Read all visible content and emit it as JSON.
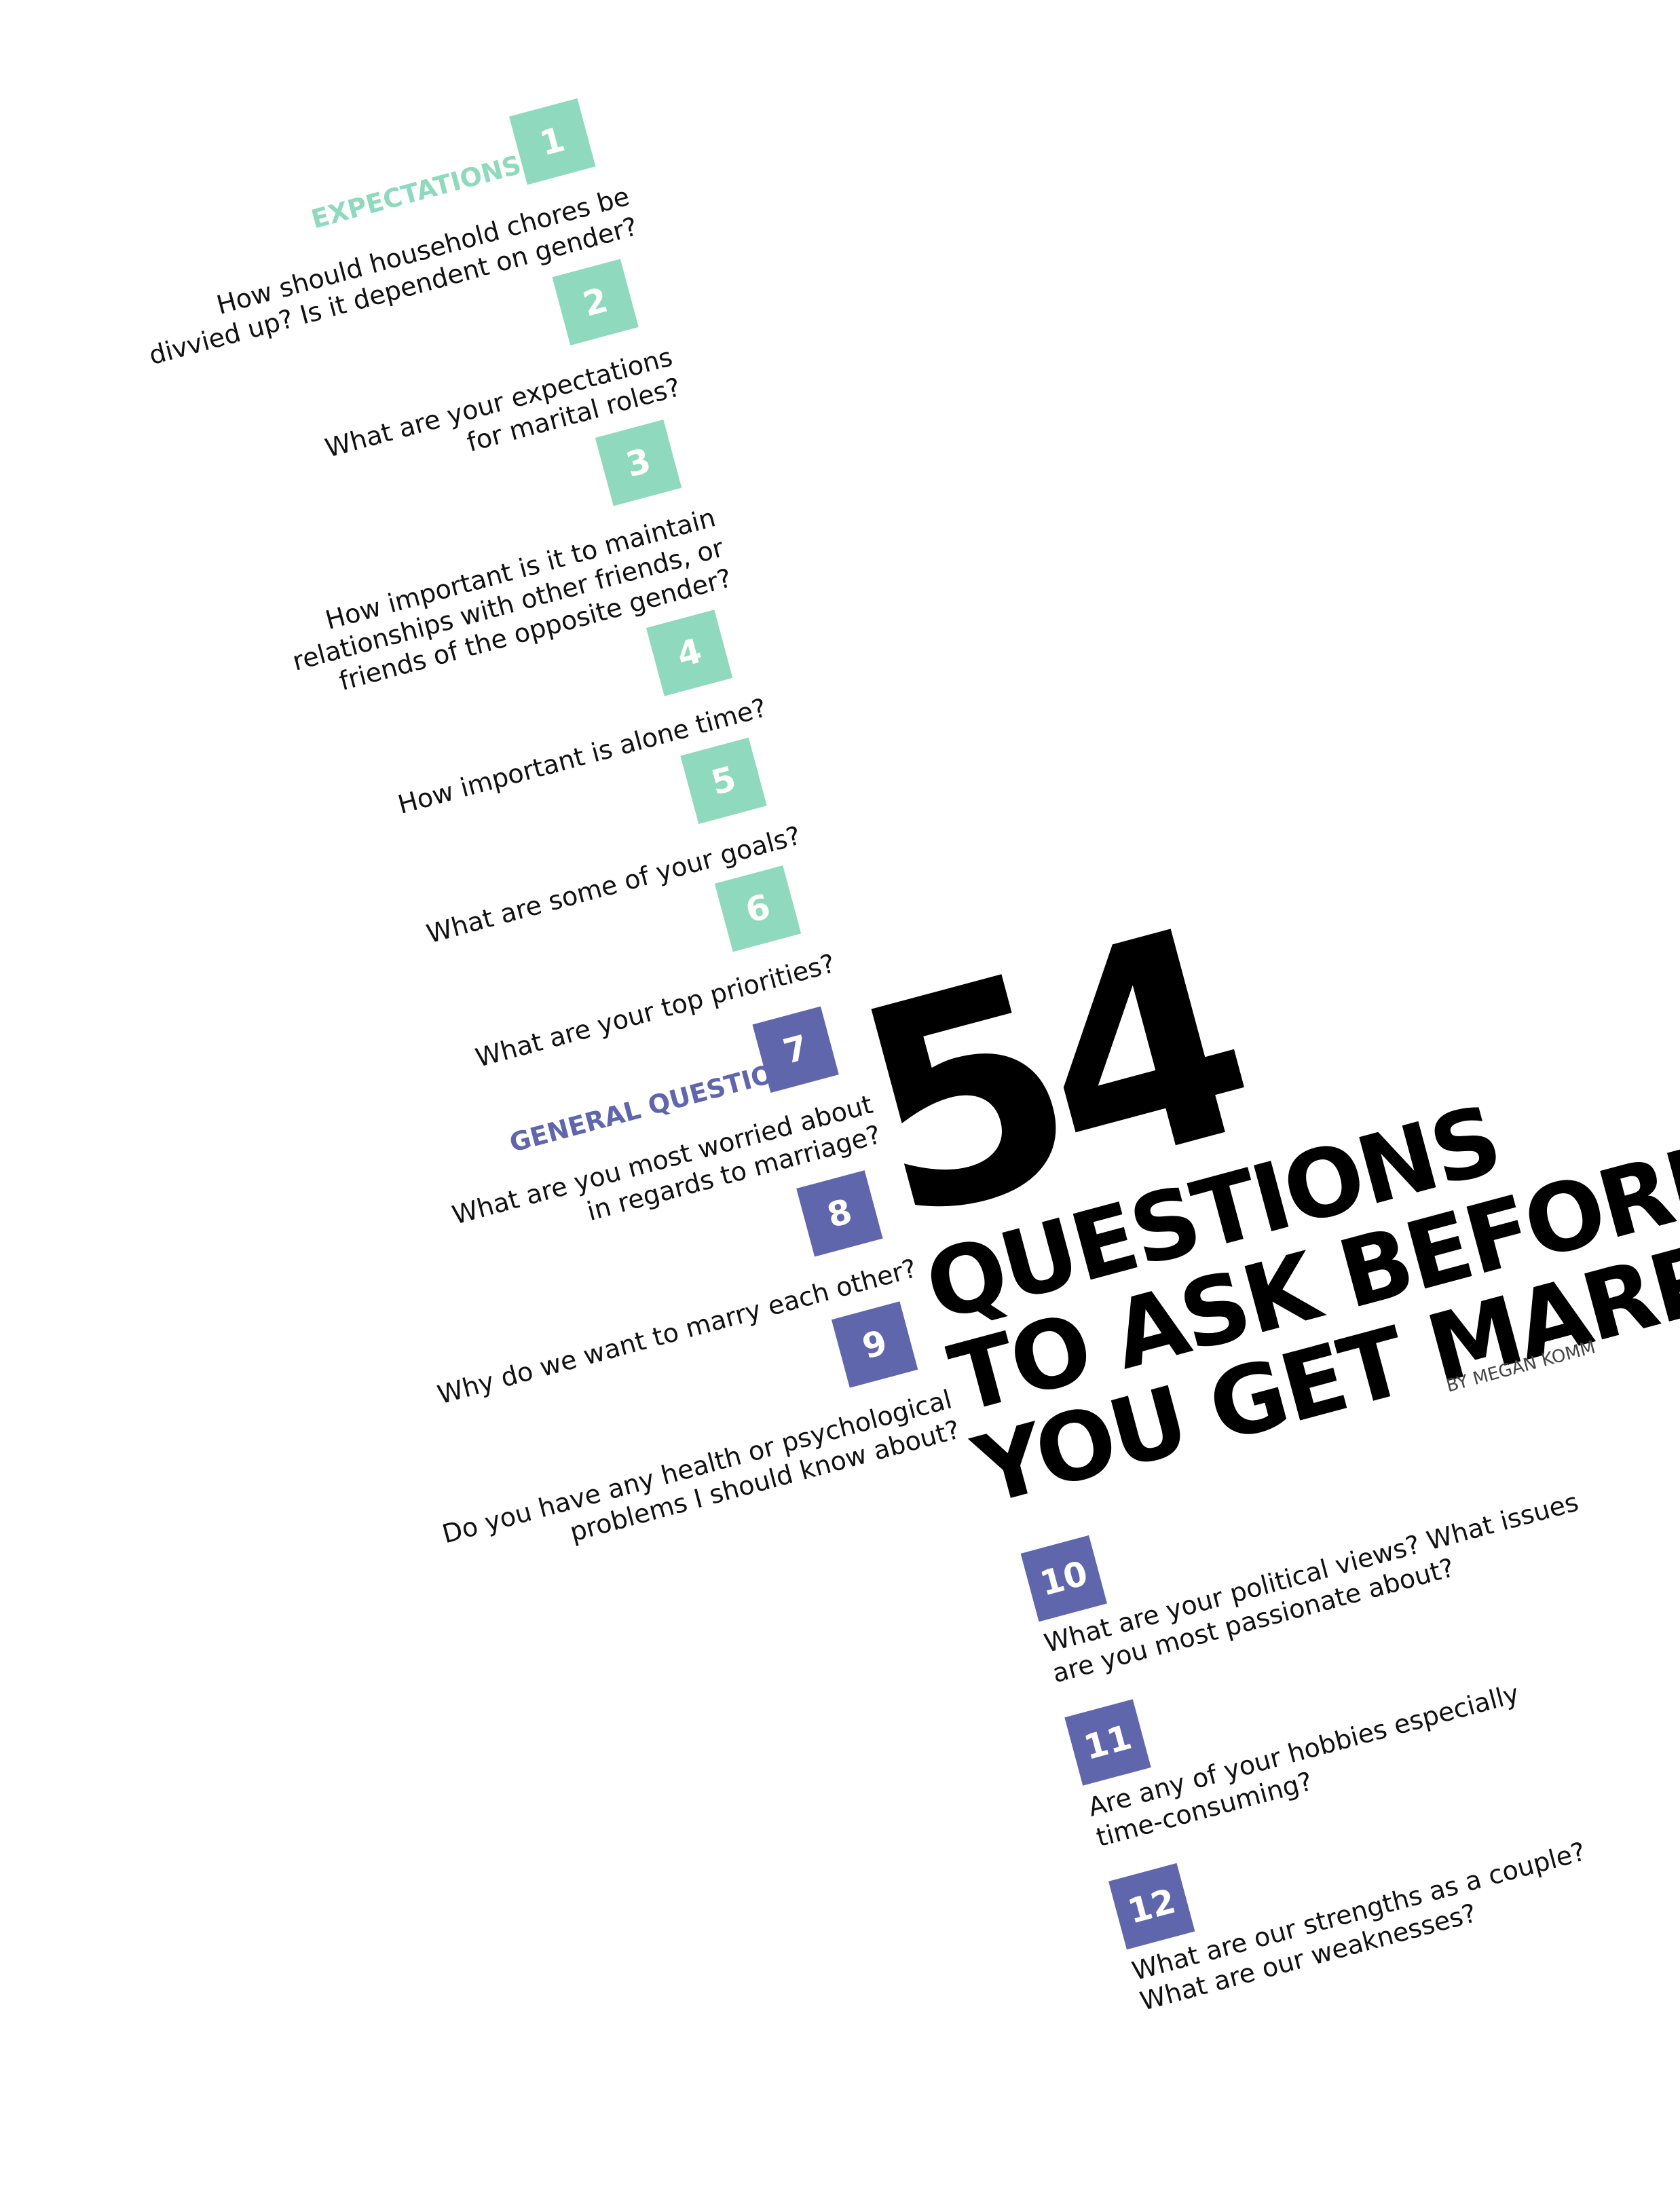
{
  "sections": {
    "expectations": "EXPECTATIONS",
    "general": "GENERAL QUESTIONS"
  },
  "title": {
    "number": "54",
    "text": "QUESTIONS\nTO ASK BEFORE\nYOU GET MARRIED",
    "byline": "BY MEGAN KOMM"
  },
  "questions": [
    {
      "num": "1",
      "text": "How should household chores be\ndivvied up? Is it dependent on gender?"
    },
    {
      "num": "2",
      "text": "What are your expectations\nfor marital roles?"
    },
    {
      "num": "3",
      "text": "How important is it to maintain\nrelationships with other friends, or\nfriends of the opposite gender?"
    },
    {
      "num": "4",
      "text": "How important is alone time?"
    },
    {
      "num": "5",
      "text": "What are some of your goals?"
    },
    {
      "num": "6",
      "text": "What are your top priorities?"
    },
    {
      "num": "7",
      "text": "What are you most worried about\nin regards to marriage?"
    },
    {
      "num": "8",
      "text": "Why do we want to marry each other?"
    },
    {
      "num": "9",
      "text": "Do you have any health or psychological\nproblems I should know about?"
    },
    {
      "num": "10",
      "text": "What are your political views? What issues\nare you most passionate about?"
    },
    {
      "num": "11",
      "text": "Are any of your hobbies especially\ntime-consuming?"
    },
    {
      "num": "12",
      "text": "What are our strengths as a couple?\nWhat are our weaknesses?"
    }
  ],
  "colors": {
    "teal": "#8fd9be",
    "indigo": "#6066ac",
    "text": "#111111",
    "headline": "#000000"
  }
}
